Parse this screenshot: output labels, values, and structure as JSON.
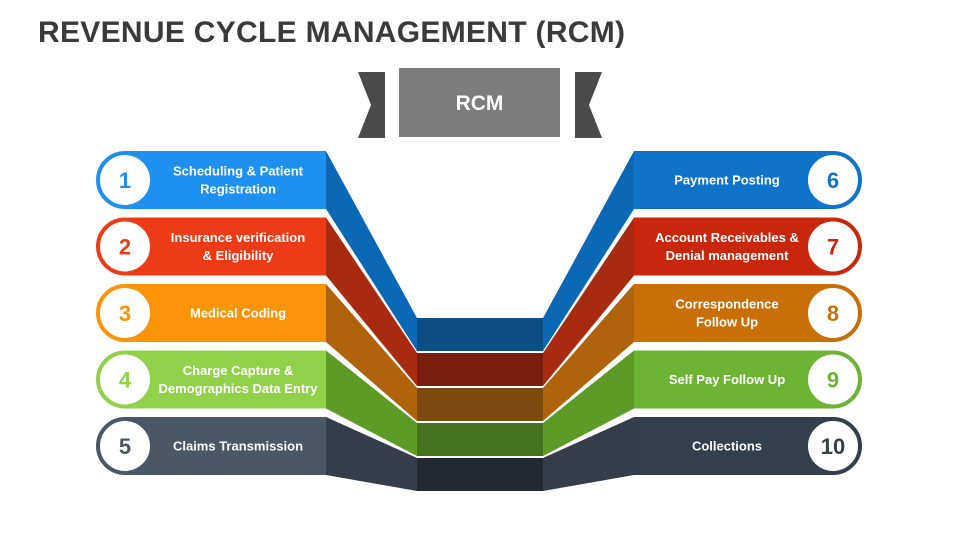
{
  "title": "REVENUE CYCLE MANAGEMENT (RCM)",
  "center_label": "RCM",
  "colors": {
    "ribbon": "#4a4a4a",
    "center_box": "#7d7d7d"
  },
  "steps": [
    {
      "number": "1",
      "lines": [
        "Scheduling & Patient",
        "Registration"
      ],
      "color": "#1e90ef",
      "dark": "#0a68b4",
      "bottom": "#0b4f86"
    },
    {
      "number": "2",
      "lines": [
        "Insurance verification",
        "& Eligibility"
      ],
      "color": "#ee3b17",
      "dark": "#a82a10",
      "bottom": "#7a1f0e"
    },
    {
      "number": "3",
      "lines": [
        "Medical Coding"
      ],
      "color": "#fb9408",
      "dark": "#b0630a",
      "bottom": "#7c4a0e"
    },
    {
      "number": "4",
      "lines": [
        "Charge Capture &",
        "Demographics Data Entry"
      ],
      "color": "#92d14a",
      "dark": "#5d9a26",
      "bottom": "#467420"
    },
    {
      "number": "5",
      "lines": [
        "Claims Transmission"
      ],
      "color": "#4a5767",
      "dark": "#343d49",
      "bottom": "#232a33"
    },
    {
      "number": "6",
      "lines": [
        "Payment Posting"
      ],
      "color": "#0f74c9",
      "dark": "#0a68b4"
    },
    {
      "number": "7",
      "lines": [
        "Account Receivables &",
        "Denial management"
      ],
      "color": "#c8260d",
      "dark": "#a82a10"
    },
    {
      "number": "8",
      "lines": [
        "Correspondence",
        "Follow Up"
      ],
      "color": "#c96f08",
      "dark": "#b0630a"
    },
    {
      "number": "9",
      "lines": [
        "Self Pay Follow Up"
      ],
      "color": "#6db334",
      "dark": "#5d9a26"
    },
    {
      "number": "10",
      "lines": [
        "Collections"
      ],
      "color": "#343f4d",
      "dark": "#343d49"
    }
  ]
}
